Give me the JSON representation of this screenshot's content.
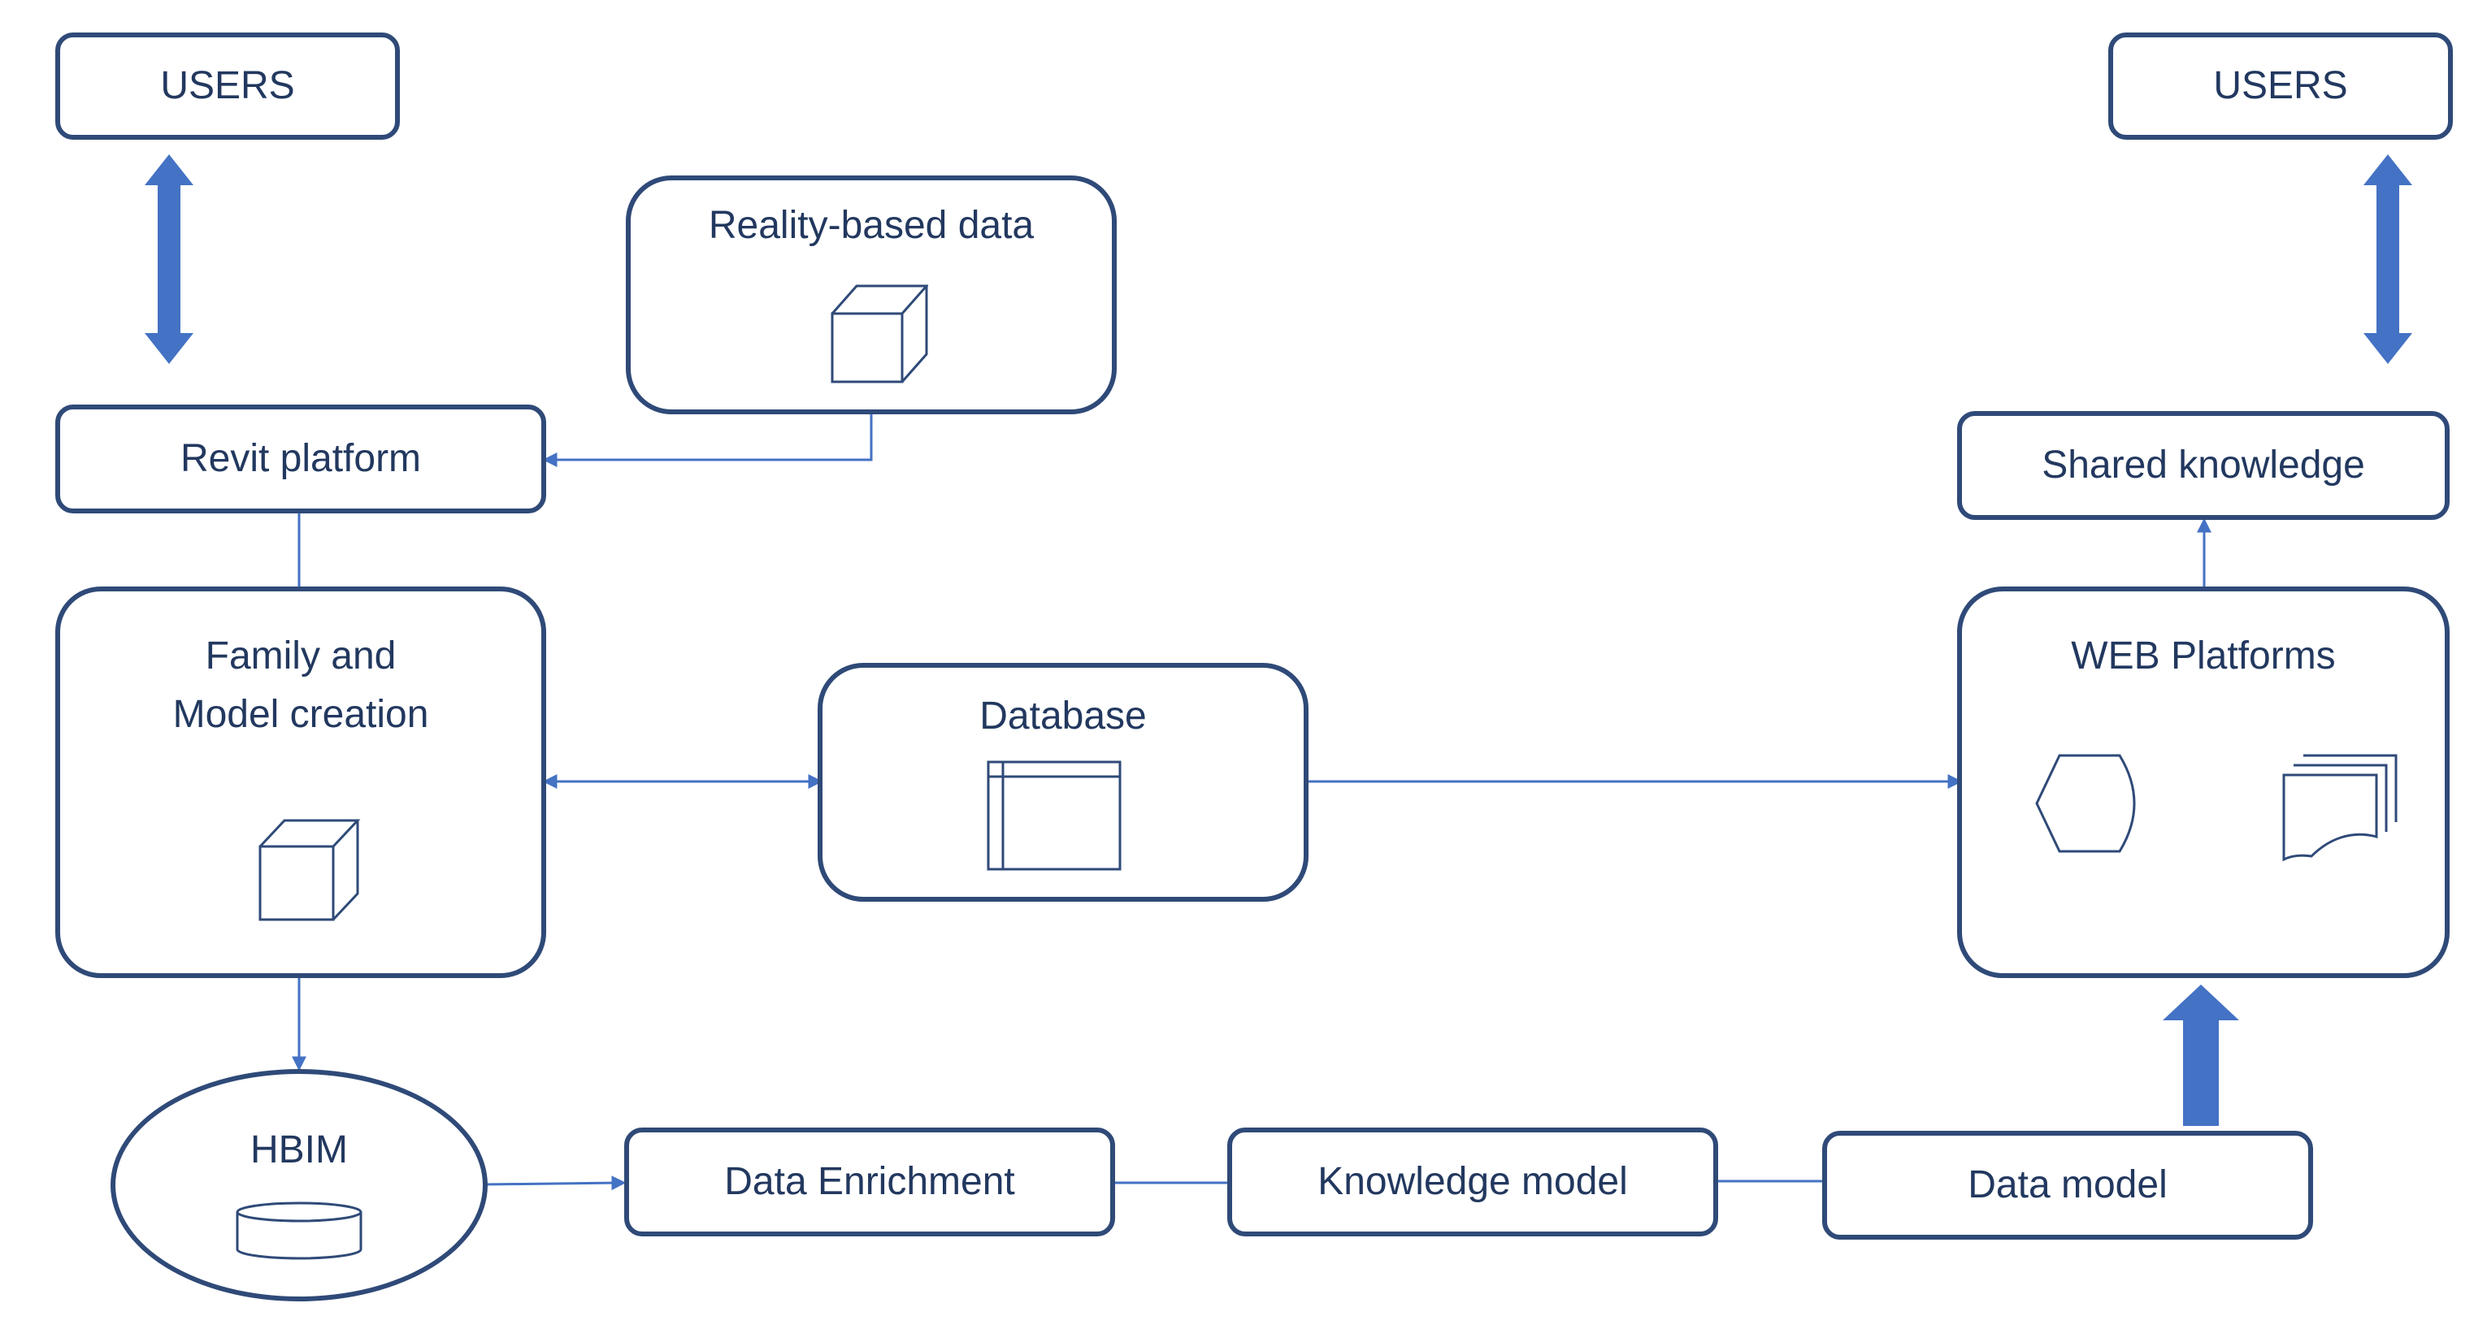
{
  "nodes": {
    "users_left": "USERS",
    "users_right": "USERS",
    "reality_data": "Reality-based data",
    "revit": "Revit platform",
    "family_line1": "Family and",
    "family_line2": "Model creation",
    "database": "Database",
    "web_platforms": "WEB Platforms",
    "shared_knowledge": "Shared knowledge",
    "hbim": "HBIM",
    "data_enrichment": "Data Enrichment",
    "knowledge_model": "Knowledge model",
    "data_model": "Data model"
  },
  "icons": {
    "reality": "cube-icon",
    "family": "cube-icon",
    "database": "table-icon",
    "web_display": "display-shape-icon",
    "web_documents": "multiple-documents-icon",
    "hbim": "cylinder-icon"
  },
  "colors": {
    "border": "#2f4a78",
    "text": "#22385f",
    "connector": "#4472c4",
    "block_arrow": "#4472c4"
  }
}
